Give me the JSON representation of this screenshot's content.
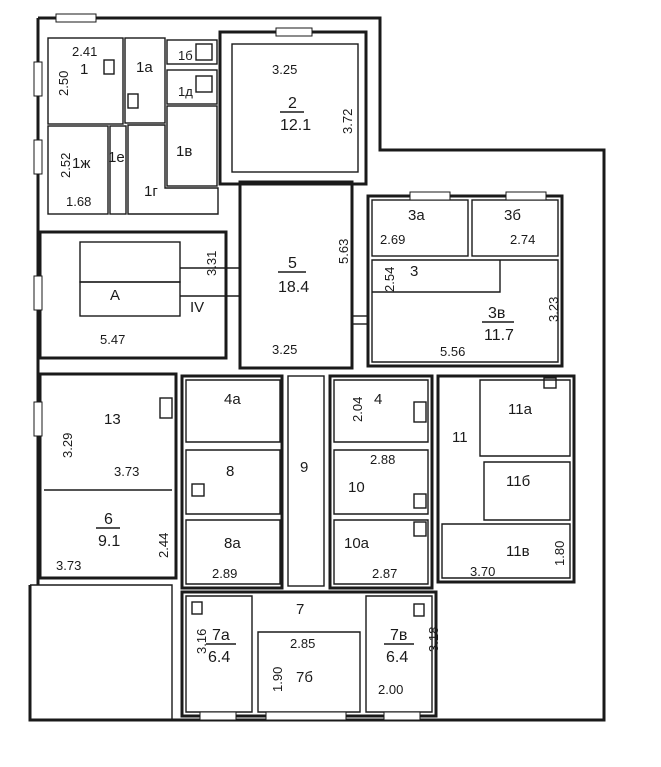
{
  "rooms": {
    "r1": {
      "name": "1",
      "width": "2.41",
      "height": "2.50"
    },
    "r1a": {
      "name": "1а"
    },
    "r1b": {
      "name": "1б"
    },
    "r1d": {
      "name": "1д"
    },
    "r1v": {
      "name": "1в"
    },
    "r1g": {
      "name": "1г"
    },
    "r1e": {
      "name": "1е"
    },
    "r1zh": {
      "name": "1ж",
      "height": "2.52",
      "width": "1.68"
    },
    "r2": {
      "name": "2",
      "area": "12.1",
      "width": "3.25",
      "height": "3.72"
    },
    "r3": {
      "name": "3",
      "dim": "2.54"
    },
    "r3a": {
      "name": "3а",
      "width": "2.69"
    },
    "r3b": {
      "name": "3б",
      "width": "2.74"
    },
    "r3v": {
      "name": "3в",
      "area": "11.7",
      "width": "5.56",
      "height": "3.23"
    },
    "rA": {
      "name": "А",
      "roman": "IV",
      "width": "5.47",
      "height": "3.31"
    },
    "r5": {
      "name": "5",
      "area": "18.4",
      "width": "3.25",
      "height": "5.63"
    },
    "r13": {
      "name": "13",
      "width": "3.73",
      "height": "3.29"
    },
    "r6": {
      "name": "6",
      "area": "9.1",
      "width": "3.73",
      "height": "2.44"
    },
    "r4a": {
      "name": "4а"
    },
    "r4": {
      "name": "4",
      "height": "2.04"
    },
    "r8": {
      "name": "8"
    },
    "r9": {
      "name": "9"
    },
    "r10": {
      "name": "10",
      "width": "2.88"
    },
    "r8a": {
      "name": "8а",
      "width": "2.89"
    },
    "r10a": {
      "name": "10а",
      "width": "2.87"
    },
    "r11": {
      "name": "11"
    },
    "r11a": {
      "name": "11а"
    },
    "r11b": {
      "name": "11б"
    },
    "r11v": {
      "name": "11в",
      "width": "3.70",
      "height": "1.80"
    },
    "r7": {
      "name": "7",
      "width": "2.85"
    },
    "r7a": {
      "name": "7а",
      "area": "6.4",
      "height": "3.16"
    },
    "r7b": {
      "name": "7б",
      "height": "1.90"
    },
    "r7v": {
      "name": "7в",
      "area": "6.4",
      "height": "3.18",
      "width": "2.00"
    }
  },
  "colors": {
    "line": "#1a1a1a",
    "background": "#ffffff"
  }
}
